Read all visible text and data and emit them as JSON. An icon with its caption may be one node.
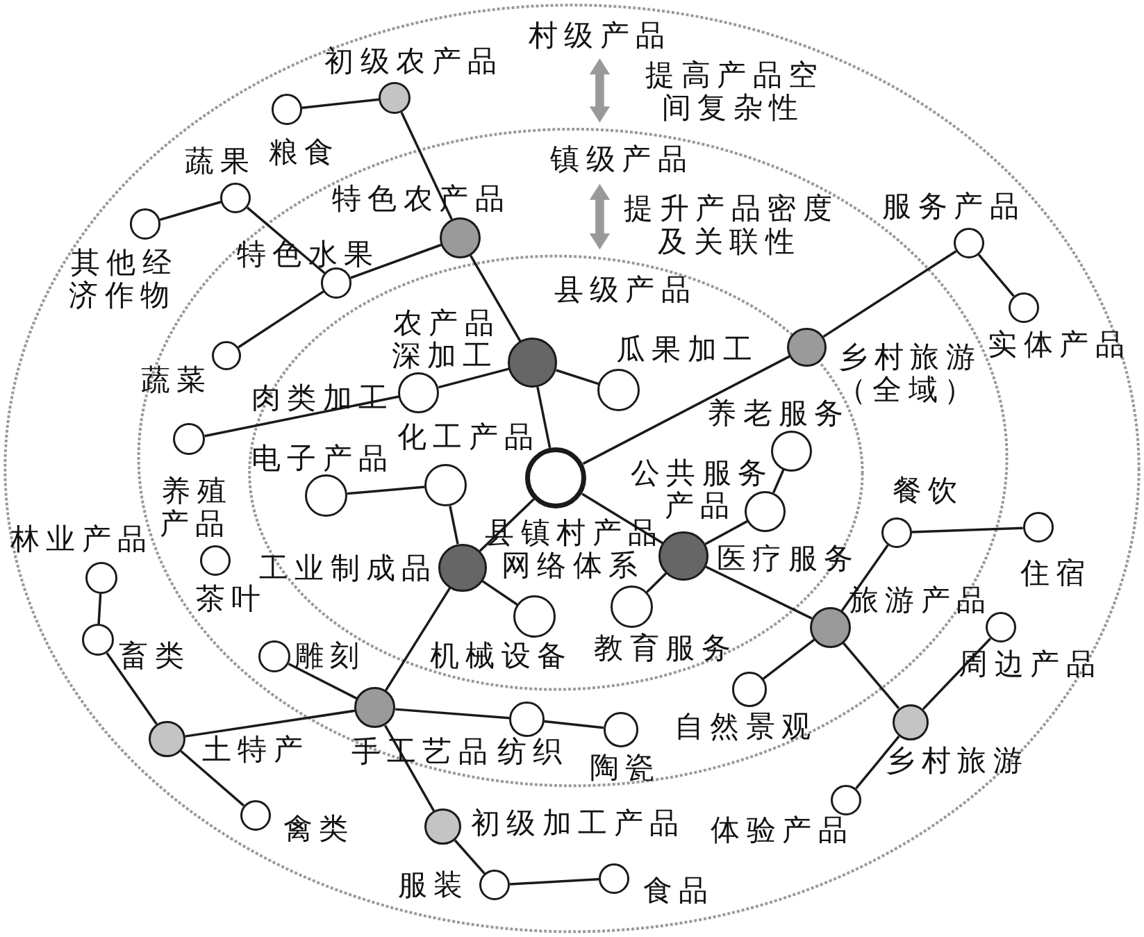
{
  "diagram": {
    "nodes": [
      {
        "text": [
          "县镇村产品网络体系"
        ]
      },
      {
        "text": [
          "农产品深加工"
        ]
      },
      {
        "text": [
          "特色农产品"
        ]
      },
      {
        "text": [
          "初级农产品"
        ]
      },
      {
        "text": [
          "粮食"
        ]
      },
      {
        "text": [
          "蔬果"
        ]
      },
      {
        "text": [
          "其他经济作物"
        ]
      },
      {
        "text": [
          "特色水果"
        ]
      },
      {
        "text": [
          "蔬菜"
        ]
      },
      {
        "text": [
          "瓜果加工"
        ]
      },
      {
        "text": [
          "肉类加工"
        ]
      },
      {
        "text": [
          "养殖产品"
        ]
      },
      {
        "text": [
          "化工产品"
        ]
      },
      {
        "text": [
          "电子产品"
        ]
      },
      {
        "text": [
          "工业制成品"
        ]
      },
      {
        "text": [
          "机械设备"
        ]
      },
      {
        "text": [
          "乡村旅游（全域）"
        ]
      },
      {
        "text": [
          "服务产品"
        ]
      },
      {
        "text": [
          "实体产品"
        ]
      },
      {
        "text": [
          "医疗服务"
        ]
      },
      {
        "text": [
          "公共服务产品"
        ]
      },
      {
        "text": [
          "养老服务"
        ]
      },
      {
        "text": [
          "教育服务"
        ]
      },
      {
        "text": [
          "旅游产品"
        ]
      },
      {
        "text": [
          "餐饮"
        ]
      },
      {
        "text": [
          "住宿"
        ]
      },
      {
        "text": [
          "自然景观"
        ]
      },
      {
        "text": [
          "乡村旅游"
        ]
      },
      {
        "text": [
          "周边产品"
        ]
      },
      {
        "text": [
          "体验产品"
        ]
      },
      {
        "text": [
          "手工艺品"
        ]
      },
      {
        "text": [
          "雕刻"
        ]
      },
      {
        "text": [
          "土特产"
        ]
      },
      {
        "text": [
          "畜类"
        ]
      },
      {
        "text": [
          "林业产品"
        ]
      },
      {
        "text": [
          "禽类"
        ]
      },
      {
        "text": [
          "茶叶"
        ]
      },
      {
        "text": [
          "陶瓷"
        ]
      },
      {
        "text": [
          "纺织"
        ]
      },
      {
        "text": [
          "初级加工产品"
        ]
      },
      {
        "text": [
          "服装"
        ]
      },
      {
        "text": [
          "食品"
        ]
      }
    ],
    "edges": [
      {
        "from": 0,
        "to": 1,
        "arrow": "none"
      },
      {
        "from": 1,
        "to": 2,
        "arrow": "none"
      },
      {
        "from": 2,
        "to": 3,
        "arrow": "none"
      },
      {
        "from": 3,
        "to": 4,
        "arrow": "none"
      },
      {
        "from": 2,
        "to": 7,
        "arrow": "none"
      },
      {
        "from": 7,
        "to": 8,
        "arrow": "none"
      },
      {
        "from": 5,
        "to": 7,
        "arrow": "none"
      },
      {
        "from": 6,
        "to": 5,
        "arrow": "none"
      },
      {
        "from": 1,
        "to": 9,
        "arrow": "none"
      },
      {
        "from": 1,
        "to": 10,
        "arrow": "none"
      },
      {
        "from": 10,
        "to": 11,
        "arrow": "none"
      },
      {
        "from": 0,
        "to": 16,
        "arrow": "none"
      },
      {
        "from": 16,
        "to": 17,
        "arrow": "none"
      },
      {
        "from": 17,
        "to": 18,
        "arrow": "none"
      },
      {
        "from": 0,
        "to": 19,
        "arrow": "none"
      },
      {
        "from": 19,
        "to": 20,
        "arrow": "none"
      },
      {
        "from": 20,
        "to": 21,
        "arrow": "none"
      },
      {
        "from": 19,
        "to": 22,
        "arrow": "none"
      },
      {
        "from": 19,
        "to": 23,
        "arrow": "none"
      },
      {
        "from": 23,
        "to": 24,
        "arrow": "none"
      },
      {
        "from": 24,
        "to": 25,
        "arrow": "none"
      },
      {
        "from": 23,
        "to": 26,
        "arrow": "none"
      },
      {
        "from": 23,
        "to": 27,
        "arrow": "none"
      },
      {
        "from": 27,
        "to": 28,
        "arrow": "none"
      },
      {
        "from": 27,
        "to": 29,
        "arrow": "none"
      },
      {
        "from": 0,
        "to": 14,
        "arrow": "none"
      },
      {
        "from": 14,
        "to": 12,
        "arrow": "none"
      },
      {
        "from": 12,
        "to": 13,
        "arrow": "none"
      },
      {
        "from": 14,
        "to": 15,
        "arrow": "none"
      },
      {
        "from": 14,
        "to": 30,
        "arrow": "none"
      },
      {
        "from": 30,
        "to": 31,
        "arrow": "none"
      },
      {
        "from": 30,
        "to": 32,
        "arrow": "none"
      },
      {
        "from": 32,
        "to": 33,
        "arrow": "none"
      },
      {
        "from": 33,
        "to": 34,
        "arrow": "none"
      },
      {
        "from": 32,
        "to": 35,
        "arrow": "none"
      },
      {
        "from": 30,
        "to": 38,
        "arrow": "none"
      },
      {
        "from": 38,
        "to": 37,
        "arrow": "none"
      },
      {
        "from": 30,
        "to": 39,
        "arrow": "none"
      },
      {
        "from": 39,
        "to": 40,
        "arrow": "none"
      },
      {
        "from": 40,
        "to": 41,
        "arrow": "none"
      }
    ],
    "labels": [
      "村级产品",
      "提高产品空间复杂性",
      "镇级产品",
      "提升产品密度及关联性",
      "县级产品"
    ]
  }
}
